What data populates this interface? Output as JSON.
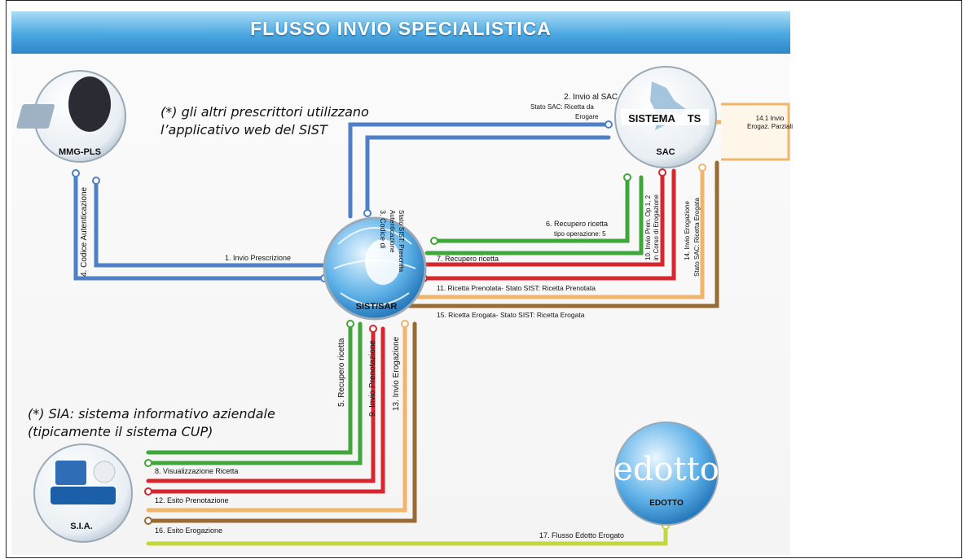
{
  "title": "FLUSSO INVIO SPECIALISTICA",
  "notes": {
    "prescrittori_line1": "(*) gli altri prescrittori utilizzano",
    "prescrittori_line2": "l’applicativo web del SIST",
    "sia_line1": "(*) SIA: sistema informativo aziendale",
    "sia_line2": "(tipicamente il sistema CUP)"
  },
  "nodes": {
    "mmg": "MMG-PLS",
    "sac": "SAC",
    "sac_logo_text": "SISTEMA",
    "sac_logo_ts": "TS",
    "sist": "SIST/SAR",
    "sia": "S.I.A.",
    "edotto": "EDOTTO",
    "edotto_logo": "edotto"
  },
  "flows": {
    "f1": "1. Invio Prescrizione",
    "f2a": "2. Invio al SAC",
    "f2b": "Stato SAC: Ricetta da",
    "f2c": "Erogare",
    "f3a": "3. Codice di",
    "f3b": "Autenticazione",
    "f3c": "Stato SIST: Prescritta",
    "f4": "4. Codice Autenticazione",
    "f5": "5. Recupero ricetta",
    "f6a": "6. Recupero ricetta",
    "f6b": "tipo operazione: 5",
    "f7": "7. Recupero ricetta",
    "f8": "8. Visualizzazione Ricetta",
    "f9": "9. Invio Prenotazione",
    "f10a": "10. Invio Pren. Op 1, 2",
    "f10b": "in Corso di Erogazione",
    "f11": "11. Ricetta Prenotata- Stato SIST: Ricetta Prenotata",
    "f12": "12. Esito Prenotazione",
    "f13": "13. Invio Erogazione",
    "f14a": "14. Invio Erogazione",
    "f14b": "Stato SAC: Ricetta Erogata",
    "f14_1a": "14.1 Invio",
    "f14_1b": "Erogaz. Parziali",
    "f15": "15. Ricetta Erogata- Stato SIST: Ricetta Erogata",
    "f16": "16. Esito Erogazione",
    "f17": "17. Flusso Edotto Erogato"
  },
  "colors": {
    "blue": "#4f7fc6",
    "green": "#3fa63a",
    "red": "#d8262e",
    "orange": "#f0b46a",
    "brown": "#9a6a35",
    "yellowgreen": "#c3d63a",
    "banner": "#3a97d8"
  }
}
